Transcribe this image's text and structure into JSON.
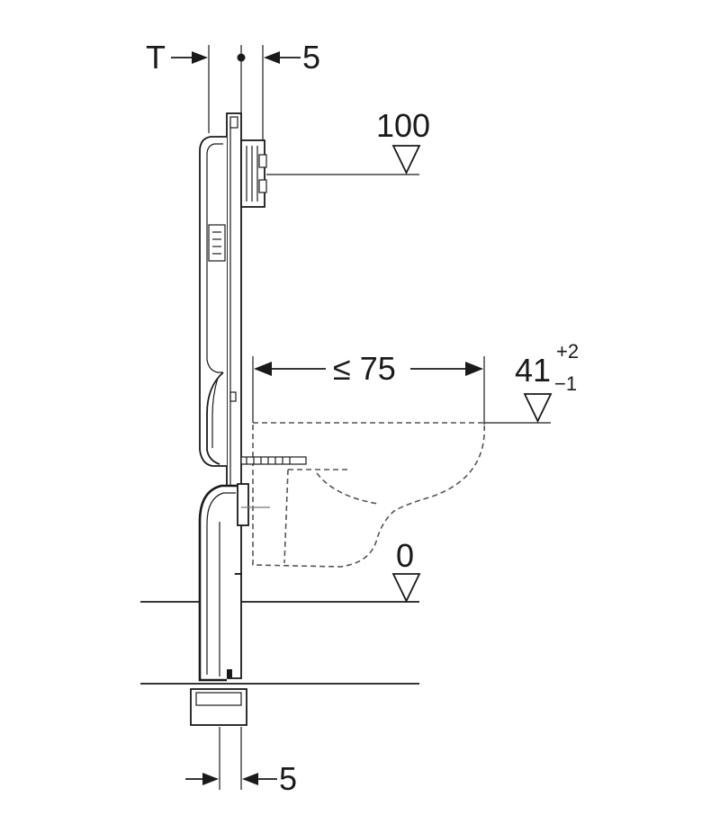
{
  "dimensions": {
    "top_left_label": "T",
    "top_right_value": "5",
    "top_level_value": "100",
    "reach_value": "≤ 75",
    "seat_height_value": "41",
    "seat_tolerance_plus": "+2",
    "seat_tolerance_minus": "−1",
    "floor_level_value": "0",
    "bottom_value": "5"
  }
}
